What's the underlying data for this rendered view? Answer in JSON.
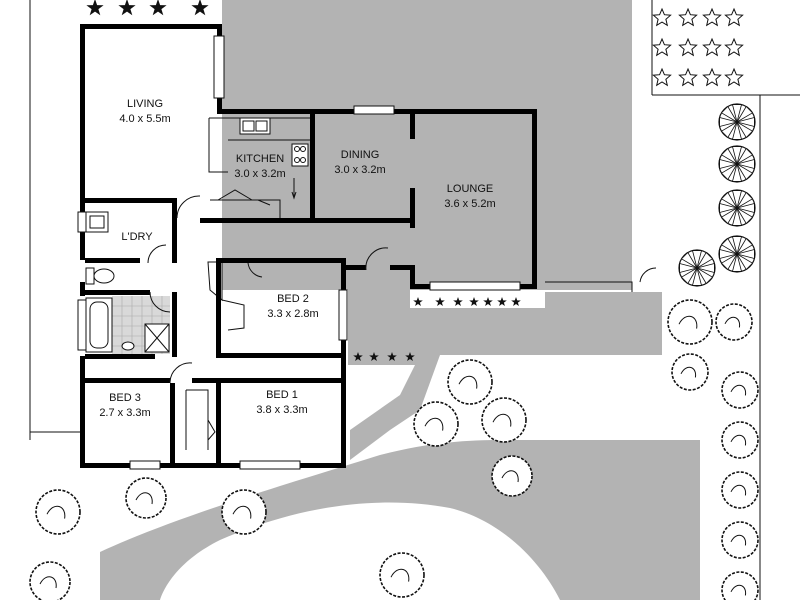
{
  "rooms": [
    {
      "name": "LIVING",
      "size": "4.0 x 5.5m"
    },
    {
      "name": "KITCHEN",
      "size": "3.0 x 3.2m"
    },
    {
      "name": "DINING",
      "size": "3.0 x 3.2m"
    },
    {
      "name": "LOUNGE",
      "size": "3.6 x 5.2m"
    },
    {
      "name": "L'DRY",
      "size": ""
    },
    {
      "name": "BED 2",
      "size": "3.3 x 2.8m"
    },
    {
      "name": "BED 3",
      "size": "2.7 x 3.3m"
    },
    {
      "name": "BED 1",
      "size": "3.8 x 3.3m"
    }
  ],
  "colors": {
    "wall": "#000000",
    "paving": "#b3b3b3",
    "tile": "#d9d9d9",
    "background": "#ffffff"
  }
}
